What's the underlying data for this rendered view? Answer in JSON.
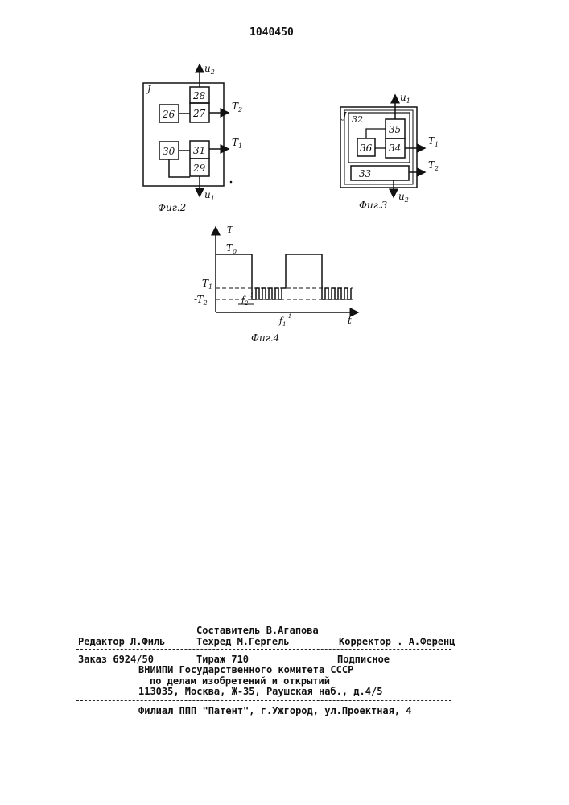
{
  "patent_number": "1040450",
  "fig2": {
    "caption": "Фиг.2",
    "frame_label": "J",
    "blocks": [
      "28",
      "27",
      "26",
      "30",
      "31",
      "29"
    ],
    "signals": {
      "u2": "u",
      "u2_sub": "2",
      "t2": "T",
      "t2_sub": "2",
      "t1": "T",
      "t1_sub": "1",
      "u1": "u",
      "u1_sub": "1"
    }
  },
  "fig3": {
    "caption": "Фиг.3",
    "frame_label": "J",
    "blocks": [
      "32",
      "35",
      "36",
      "34",
      "33"
    ],
    "signals": {
      "u1": "u",
      "u1_sub": "1",
      "t1": "T",
      "t1_sub": "1",
      "t2": "T",
      "t2_sub": "2",
      "u2": "u",
      "u2_sub": "2"
    }
  },
  "fig4": {
    "caption": "Фиг.4",
    "y_axis": "T",
    "x_axis": "t",
    "t0": "T",
    "t0_sub": "0",
    "t1": "T",
    "t1_sub": "1",
    "t2": "-T",
    "t2_sub": "2",
    "f2": "f",
    "f2_sub": "2",
    "f2_sup": "-1",
    "f1": "f",
    "f1_sub": "1",
    "f1_sup": "-1"
  },
  "footer": {
    "compiler": "Составитель В.Агапова",
    "editor": "Редактор Л.Филь",
    "techred": "Техред М.Гергель",
    "corrector": "Корректор . А.Ференц",
    "order": "Заказ 6924/50",
    "circulation": "Тираж 710",
    "subscription": "Подписное",
    "org_line1": "ВНИИПИ Государственного комитета СССР",
    "org_line2": "по делам изобретений и открытий",
    "address": "113035, Москва, Ж-35, Раушская наб., д.4/5",
    "branch": "Филиал ППП \"Патент\", г.Ужгород, ул.Проектная, 4"
  }
}
